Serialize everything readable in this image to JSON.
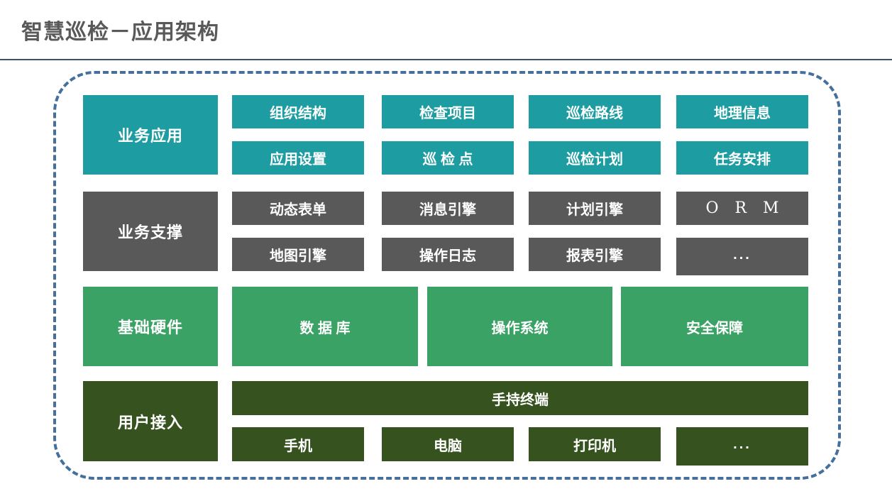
{
  "title": "智慧巡检－应用架构",
  "frame": {
    "layers": {
      "apps": {
        "label": "业务应用",
        "cells": [
          [
            "组织结构",
            "检查项目",
            "巡检路线",
            "地理信息"
          ],
          [
            "应用设置",
            "巡 检 点",
            "巡检计划",
            "任务安排"
          ]
        ]
      },
      "support": {
        "label": "业务支撑",
        "cells": [
          [
            "动态表单",
            "消息引擎",
            "计划引擎",
            "O R M"
          ],
          [
            "地图引擎",
            "操作日志",
            "报表引擎",
            "..."
          ]
        ]
      },
      "hardware": {
        "label": "基础硬件",
        "cells": [
          "数 据 库",
          "操作系统",
          "安全保障"
        ]
      },
      "access": {
        "label": "用户接入",
        "terminal": "手持终端",
        "cells": [
          "手机",
          "电脑",
          "打印机",
          "..."
        ]
      }
    }
  },
  "colors": {
    "teal": "#1d9ca1",
    "gray": "#595959",
    "green": "#3ba266",
    "dark_green": "#36531f",
    "frame_border": "#45709e",
    "title_text": "#595959",
    "divider": "#3a5272"
  }
}
